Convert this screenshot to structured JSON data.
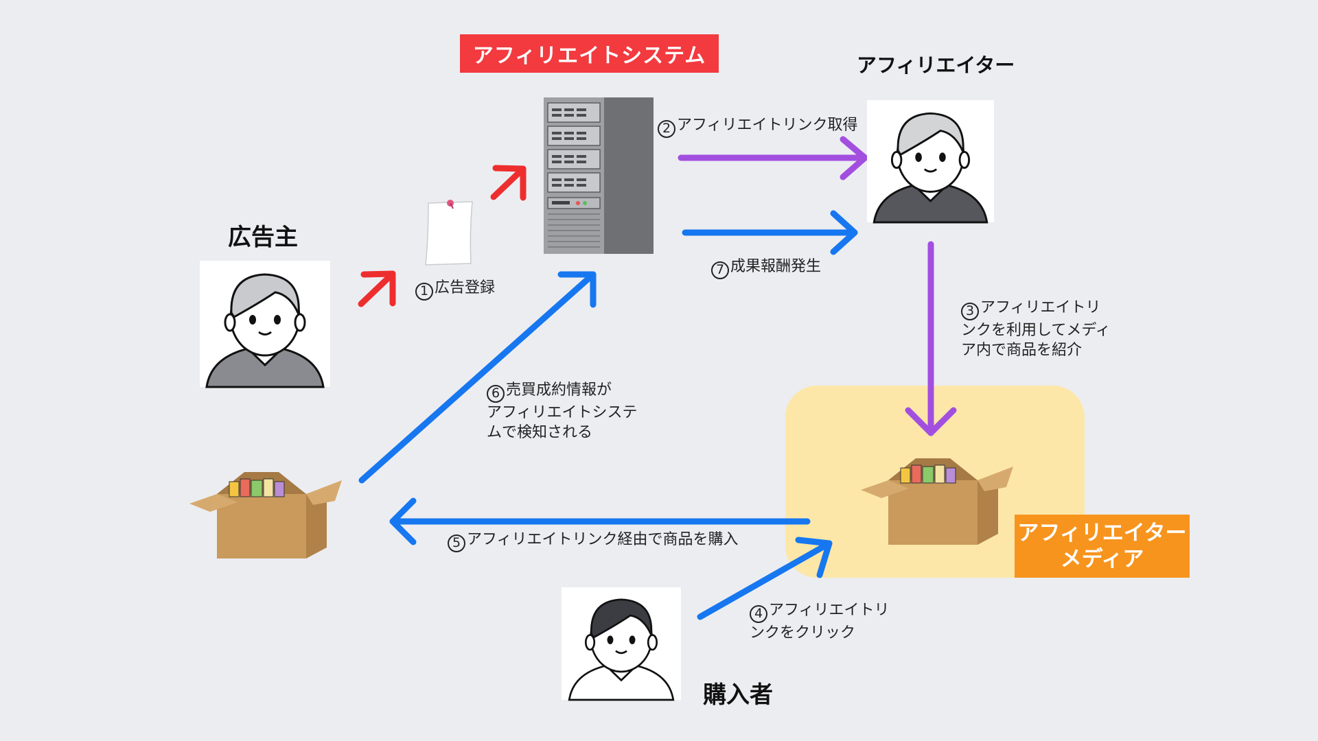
{
  "system_title": "アフィリエイトシステム",
  "actors": {
    "advertiser": "広告主",
    "affiliater": "アフィリエイター",
    "buyer": "購入者"
  },
  "media_label_line1": "アフィリエイター",
  "media_label_line2": "メディア",
  "steps": {
    "s1": {
      "num": "1",
      "text": "広告登録"
    },
    "s2": {
      "num": "2",
      "text": "アフィリエイトリンク取得"
    },
    "s3": {
      "num": "3",
      "line1": "アフィリエイトリ",
      "line2": "ンクを利用してメディ",
      "line3": "ア内で商品を紹介"
    },
    "s4": {
      "num": "4",
      "line1": "アフィリエイトリ",
      "line2": "ンクをクリック"
    },
    "s5": {
      "num": "5",
      "text": "アフィリエイトリンク経由で商品を購入"
    },
    "s6": {
      "num": "6",
      "line1": "売買成約情報が",
      "line2": "アフィリエイトシステ",
      "line3": "ムで検知される"
    },
    "s7": {
      "num": "7",
      "text": "成果報酬発生"
    }
  },
  "colors": {
    "red_arrow": "#EE2E2E",
    "purple_arrow": "#A24FE0",
    "blue_arrow": "#1677F0",
    "system_title_bg": "#F23A3F",
    "media_bg": "#FDE7A8",
    "media_label_bg": "#F7941D",
    "background": "#ECEDF1"
  },
  "icons": [
    "person-icon",
    "server-icon",
    "document-icon",
    "cardboard-box-icon"
  ]
}
